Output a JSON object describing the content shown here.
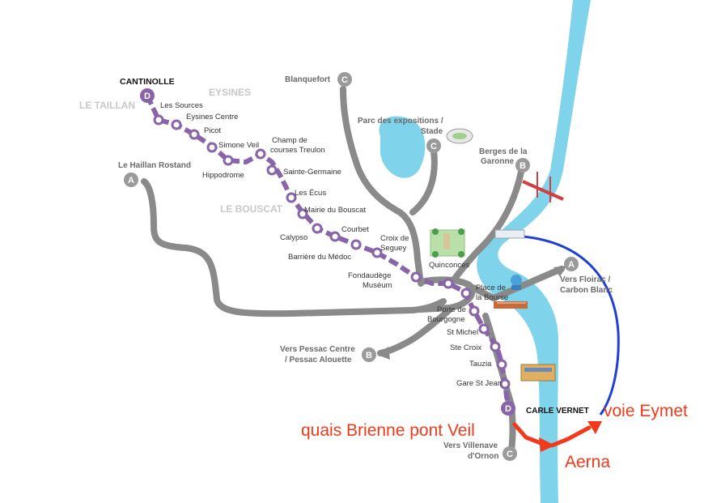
{
  "colors": {
    "background": "#ffffff",
    "river": "#7fd3ea",
    "grey_line": "#8a8a8a",
    "purple_line": "#8a64a8",
    "district_label": "#c8c8cc",
    "blue_route": "#1f3fd6",
    "red_annotation": "#f23a1a",
    "park": "#b8e0a8",
    "terminus_bubble": "#9a9a9a",
    "terminus_d": "#8a64a8"
  },
  "districts": {
    "eysines": "EYSINES",
    "le_taillan": "LE TAILLAN",
    "le_bouscat": "LE BOUSCAT"
  },
  "termini": {
    "cantinolle": "CANTINOLLE",
    "le_haillan": "Le Haillan Rostand",
    "blanquefort": "Blanquefort",
    "parc_expo_1": "Parc des expositions /",
    "parc_expo_2": "Stade",
    "berges_1": "Berges de la",
    "berges_2": "Garonne",
    "floirac_1": "Vers Floirac /",
    "floirac_2": "Carbon Blanc",
    "pessac_1": "Vers Pessac Centre",
    "pessac_2": "/ Pessac Alouette",
    "villenave_1": "Vers Villenave",
    "villenave_2": "d'Ornon",
    "carle_vernet": "CARLE VERNET"
  },
  "line_letters": {
    "a": "A",
    "b": "B",
    "c": "C",
    "d": "D"
  },
  "stations": {
    "les_sources": "Les Sources",
    "eysines_centre": "Eysines Centre",
    "picot": "Picot",
    "simone_veil": "Simone Veil",
    "hippodrome": "Hippodrome",
    "champ_1": "Champ de",
    "champ_2": "courses Treulon",
    "sainte_germaine": "Sainte-Germaine",
    "les_ecus": "Les Écus",
    "mairie_bouscat": "Mairie du Bouscat",
    "calypso": "Calypso",
    "courbet": "Courbet",
    "croix_1": "Croix de",
    "croix_2": "Seguey",
    "barriere_medoc": "Barrière du Médoc",
    "fondaudege_1": "Fondaudège",
    "fondaudege_2": "Muséum",
    "quinconces": "Quinconces",
    "bourse_1": "Place de",
    "bourse_2": "la Bourse",
    "bourgogne_1": "Porte de",
    "bourgogne_2": "Bourgogne",
    "st_michel": "St Michel",
    "ste_croix": "Ste Croix",
    "tauzia": "Tauzia",
    "gare_st_jean": "Gare St Jean"
  },
  "annotations": {
    "quais": "quais Brienne pont Veil",
    "aerna": "Aerna",
    "voie_eymet": "voie Eymet"
  }
}
